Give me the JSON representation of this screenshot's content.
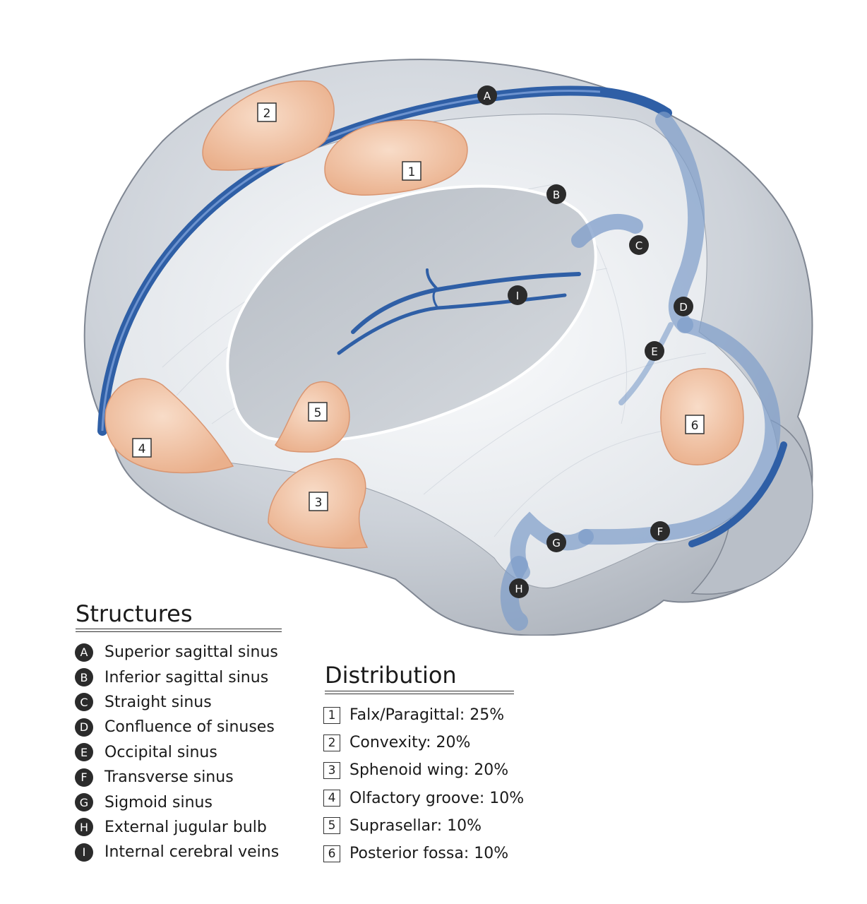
{
  "structures": {
    "title": "Structures",
    "items": [
      {
        "letter": "A",
        "label": "Superior sagittal sinus"
      },
      {
        "letter": "B",
        "label": "Inferior sagittal sinus"
      },
      {
        "letter": "C",
        "label": "Straight sinus"
      },
      {
        "letter": "D",
        "label": "Confluence of sinuses"
      },
      {
        "letter": "E",
        "label": "Occipital sinus"
      },
      {
        "letter": "F",
        "label": "Transverse sinus"
      },
      {
        "letter": "G",
        "label": "Sigmoid sinus"
      },
      {
        "letter": "H",
        "label": "External jugular bulb"
      },
      {
        "letter": "I",
        "label": "Internal cerebral veins"
      }
    ]
  },
  "distribution": {
    "title": "Distribution",
    "items": [
      {
        "number": "1",
        "label": "Falx/Paragittal: 25%",
        "percent": 25
      },
      {
        "number": "2",
        "label": "Convexity: 20%",
        "percent": 20
      },
      {
        "number": "3",
        "label": "Sphenoid wing: 20%",
        "percent": 20
      },
      {
        "number": "4",
        "label": "Olfactory groove: 10%",
        "percent": 10
      },
      {
        "number": "5",
        "label": "Suprasellar: 10%",
        "percent": 10
      },
      {
        "number": "6",
        "label": "Posterior fossa: 10%",
        "percent": 10
      }
    ]
  },
  "diagram": {
    "letter_markers": [
      "A",
      "B",
      "C",
      "D",
      "E",
      "F",
      "G",
      "H",
      "I"
    ],
    "number_markers": [
      "1",
      "2",
      "3",
      "4",
      "5",
      "6"
    ]
  },
  "colors": {
    "dura": "#c9ced6",
    "falx": "#eef0f3",
    "sinus": "#2f5fa6",
    "sinus_light": "#7d9cc9",
    "meningioma": "#f2c3a4",
    "badge": "#2b2b2b"
  }
}
